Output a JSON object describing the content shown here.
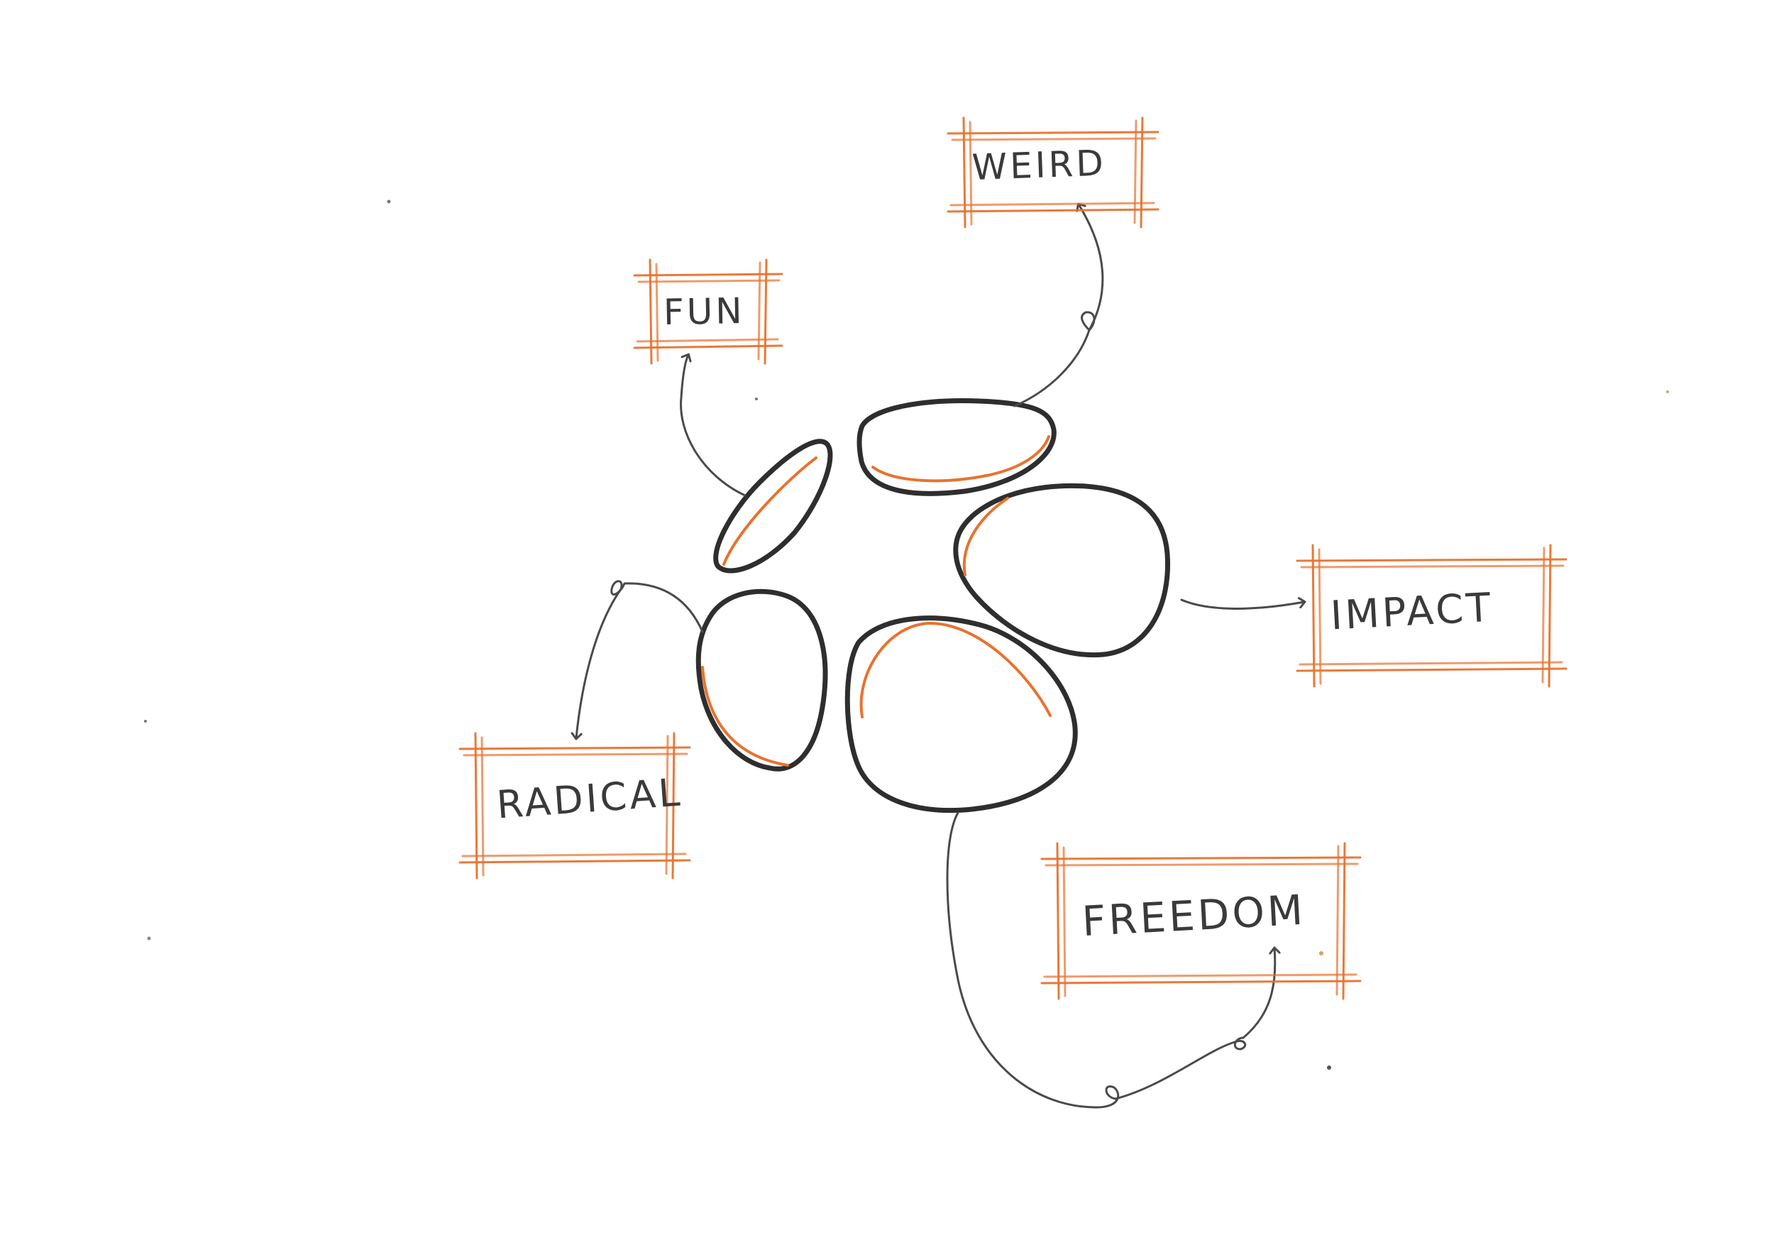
{
  "diagram": {
    "colors": {
      "ink": "#2e2e2e",
      "accent": "#e8722e",
      "paper": "#ffffff"
    },
    "pebbles": [
      {
        "name": "pebble-top-left"
      },
      {
        "name": "pebble-top"
      },
      {
        "name": "pebble-right"
      },
      {
        "name": "pebble-left"
      },
      {
        "name": "pebble-bottom"
      }
    ],
    "labels": {
      "weird": "WEIRD",
      "fun": "FUN",
      "impact": "IMPACT",
      "radical": "RADICAL",
      "freedom": "FREEDOM"
    }
  }
}
